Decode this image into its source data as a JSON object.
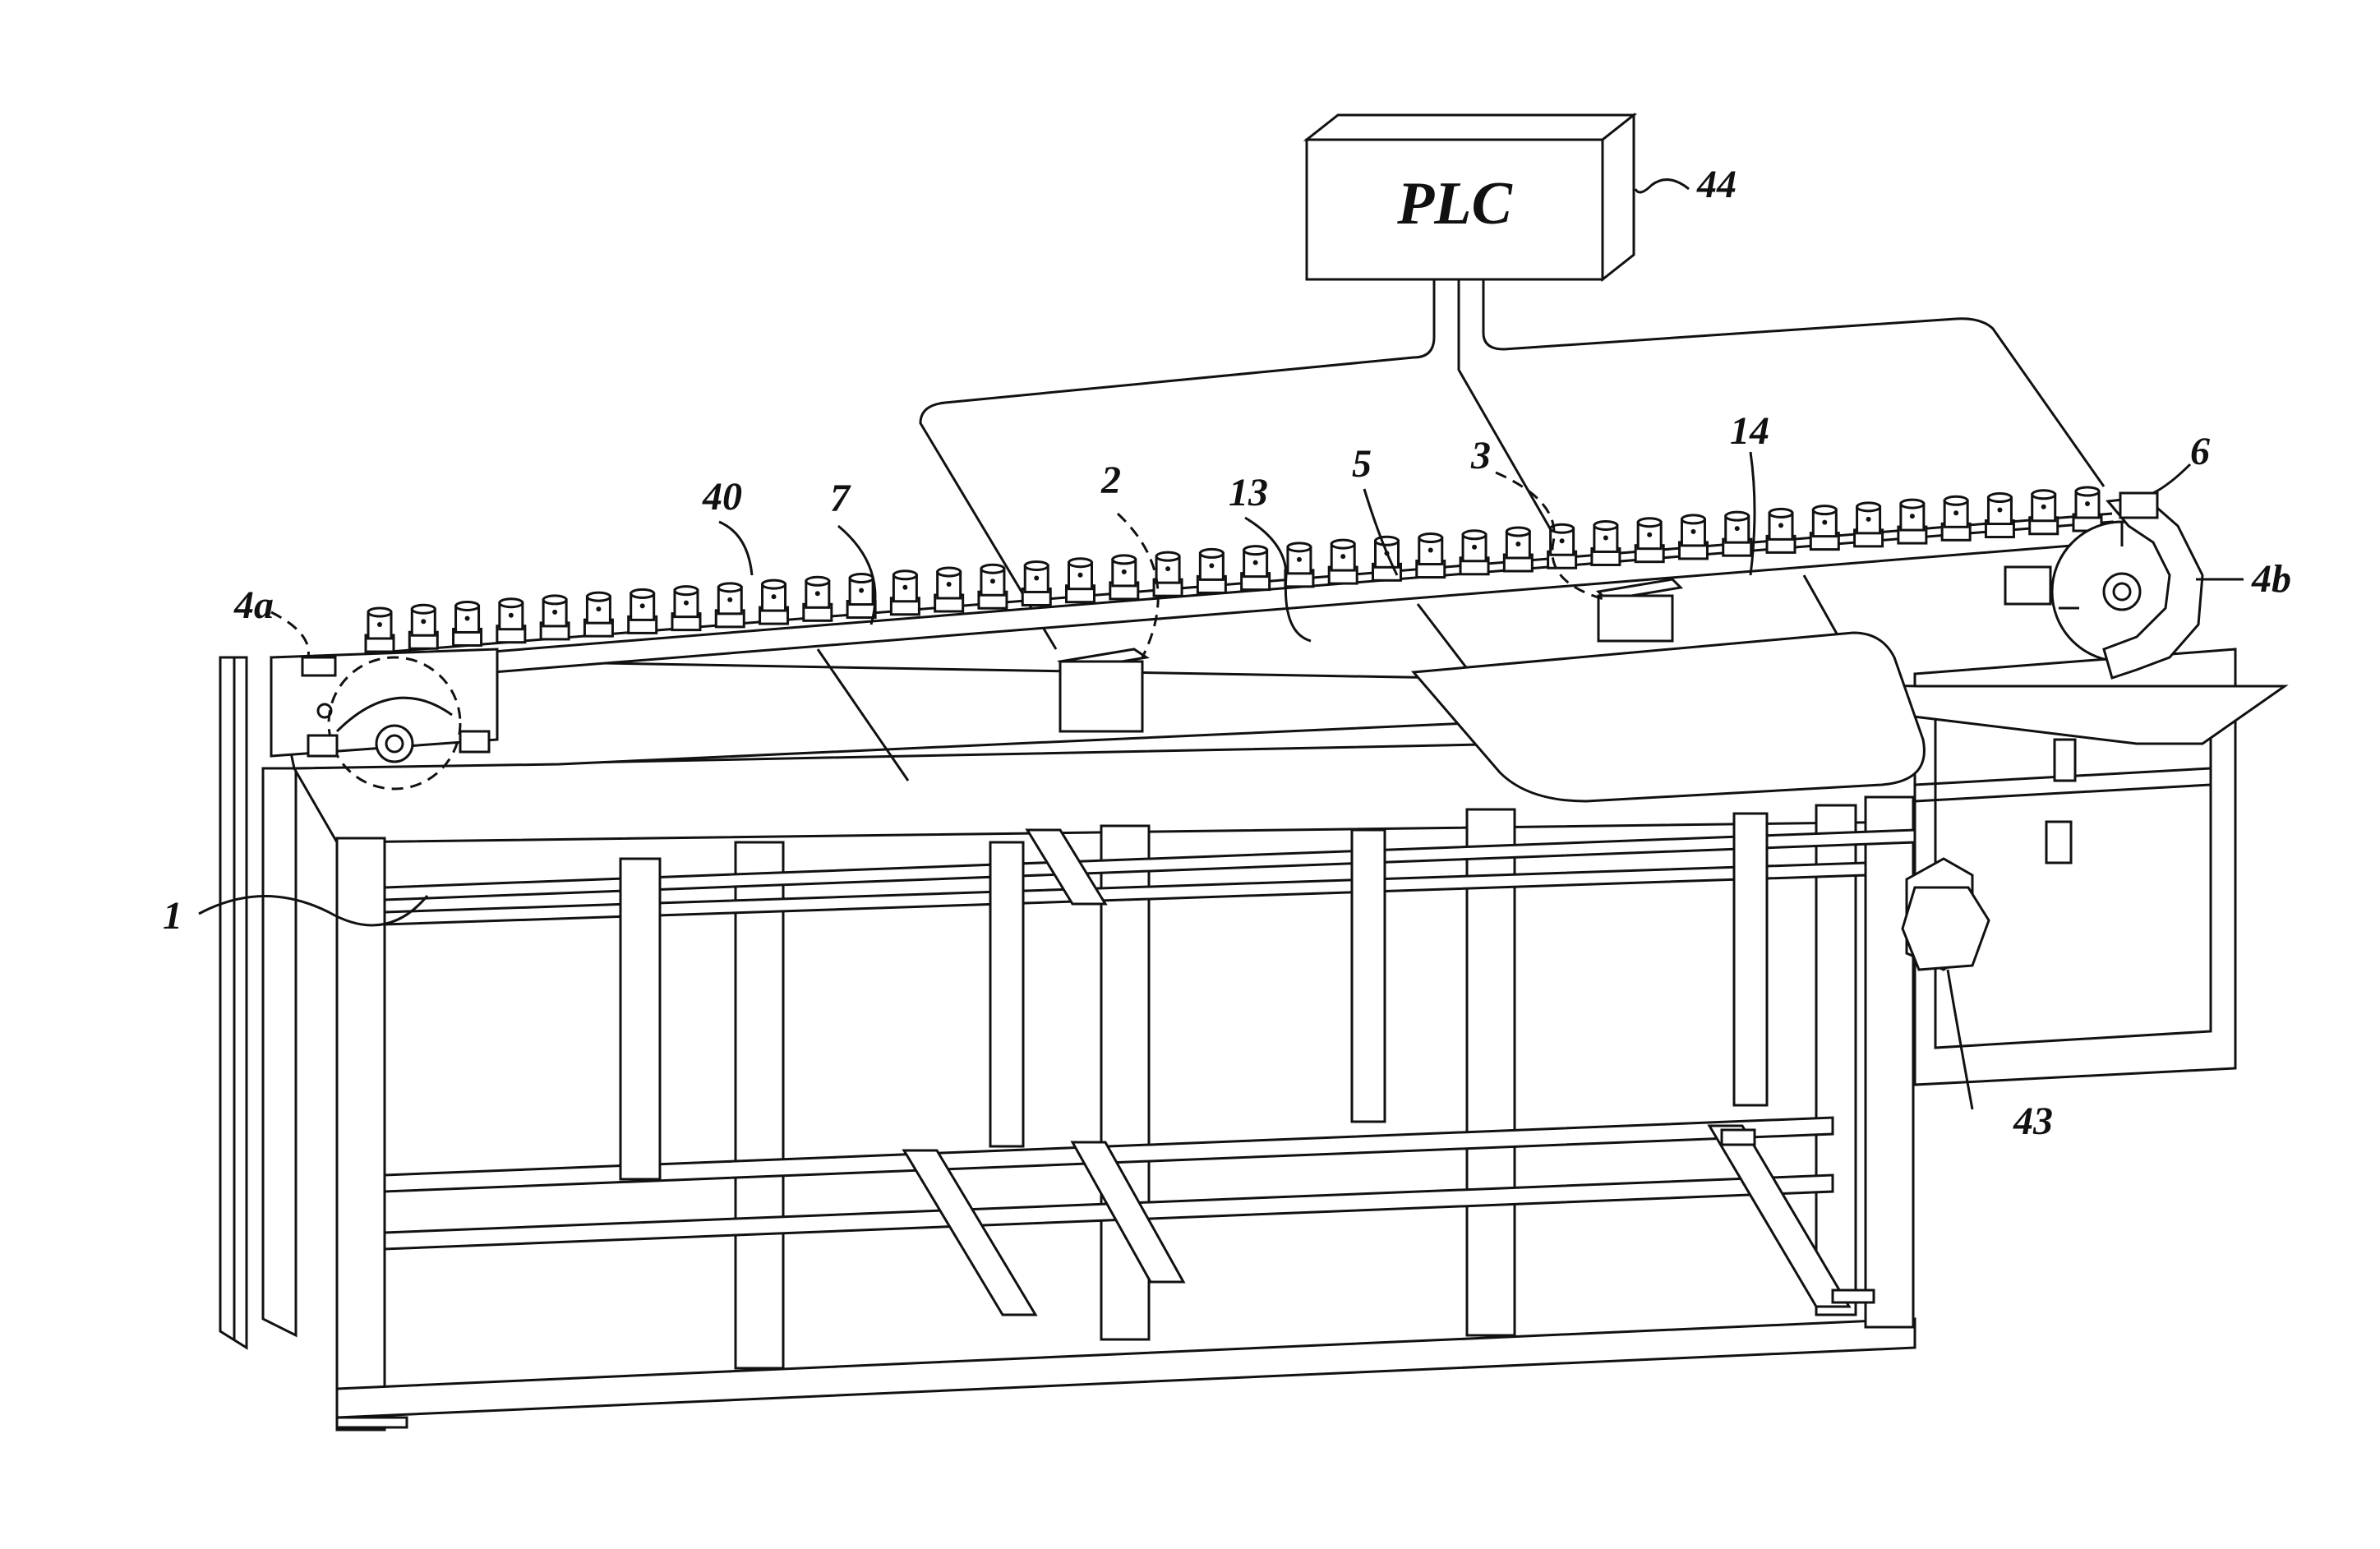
{
  "controller": {
    "text": "PLC"
  },
  "reference_numerals": {
    "plc": "44",
    "motor": "43",
    "frame": "1",
    "sensor_a": "2",
    "sensor_b": "3",
    "left_wheel": "4a",
    "right_wheel": "4b",
    "carrier": "5",
    "chain_link": "6",
    "belt": "7",
    "cups": "40",
    "table_top_a": "13",
    "table_top_b": "14"
  }
}
